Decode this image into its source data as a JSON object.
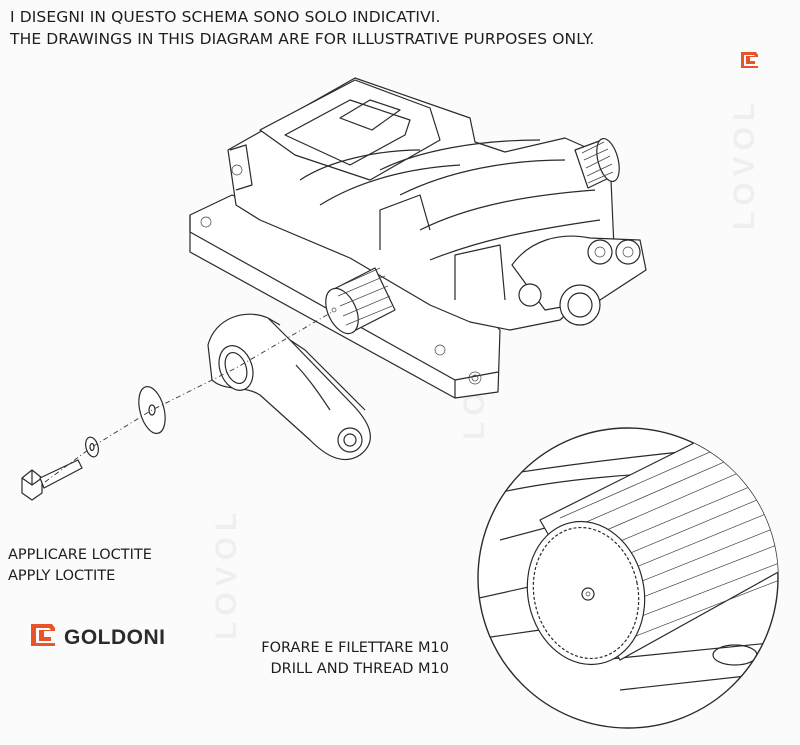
{
  "disclaimer": {
    "line_it": "I DISEGNI IN QUESTO SCHEMA SONO SOLO INDICATIVI.",
    "line_en": "THE DRAWINGS IN THIS DIAGRAM ARE FOR ILLUSTRATIVE PURPOSES ONLY."
  },
  "notes": {
    "loctite_it": "APPLICARE LOCTITE",
    "loctite_en": "APPLY LOCTITE",
    "drill_it": "FORARE E FILETTARE M10",
    "drill_en": "DRILL AND THREAD M10"
  },
  "brand": {
    "name": "GOLDONI",
    "color": "#e8532a"
  },
  "watermark": {
    "text": "LOVOL"
  },
  "icons": [
    "goldoni-logo-icon",
    "goldoni-corner-logo-icon"
  ]
}
